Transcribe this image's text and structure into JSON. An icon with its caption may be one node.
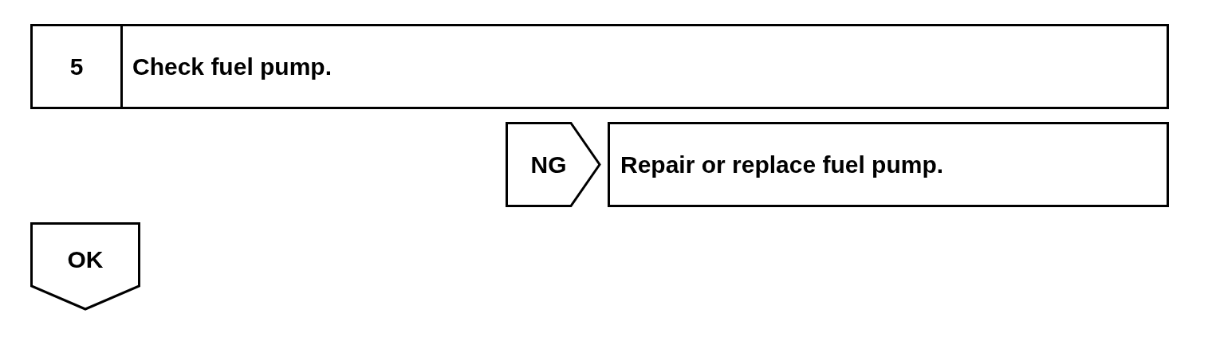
{
  "diagram": {
    "nodes": [
      {
        "text": [
          "5",
          "Check fuel pump."
        ]
      },
      {
        "text": [
          "NG"
        ]
      },
      {
        "text": [
          "Repair or replace fuel pump."
        ]
      },
      {
        "text": [
          "OK"
        ]
      }
    ]
  }
}
